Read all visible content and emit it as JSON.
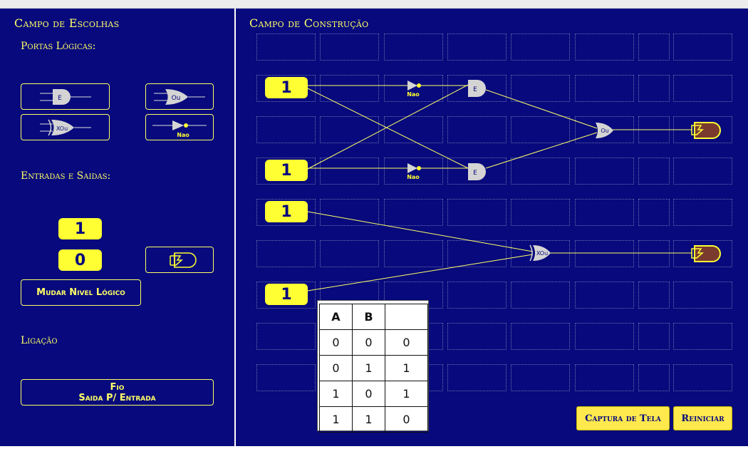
{
  "left": {
    "title": "Campo de Escolhas",
    "gates_heading": "Portas Lógicas:",
    "gates": {
      "and": "E",
      "or": "Ou",
      "xor": "XOu",
      "not": "Nao"
    },
    "io_heading": "Entradas e Saidas:",
    "input_high": "1",
    "input_low": "0",
    "change_level_label": "Mudar Nivel Lógico",
    "link_heading": "Ligação",
    "wire_line1": "Fio",
    "wire_line2": "Saida P/ Entrada"
  },
  "right": {
    "title": "Campo de Construção",
    "inputs": [
      "1",
      "1",
      "1",
      "1"
    ],
    "gate_labels": {
      "not_top": "Nao",
      "not_bottom": "Nao",
      "and_top": "E",
      "and_bottom": "E",
      "or": "Ou",
      "xor": "XOu"
    },
    "truth_table": {
      "headers": [
        "A",
        "B",
        ""
      ],
      "rows": [
        [
          "0",
          "0",
          "0"
        ],
        [
          "0",
          "1",
          "1"
        ],
        [
          "1",
          "0",
          "1"
        ],
        [
          "1",
          "1",
          "0"
        ]
      ]
    },
    "screenshot_label": "Captura de Tela",
    "restart_label": "Reiniciar"
  },
  "colors": {
    "background": "#07097c",
    "accent": "#ffff33",
    "gate_fill": "#d4d4d4",
    "led_off": "#7a3b2e"
  }
}
